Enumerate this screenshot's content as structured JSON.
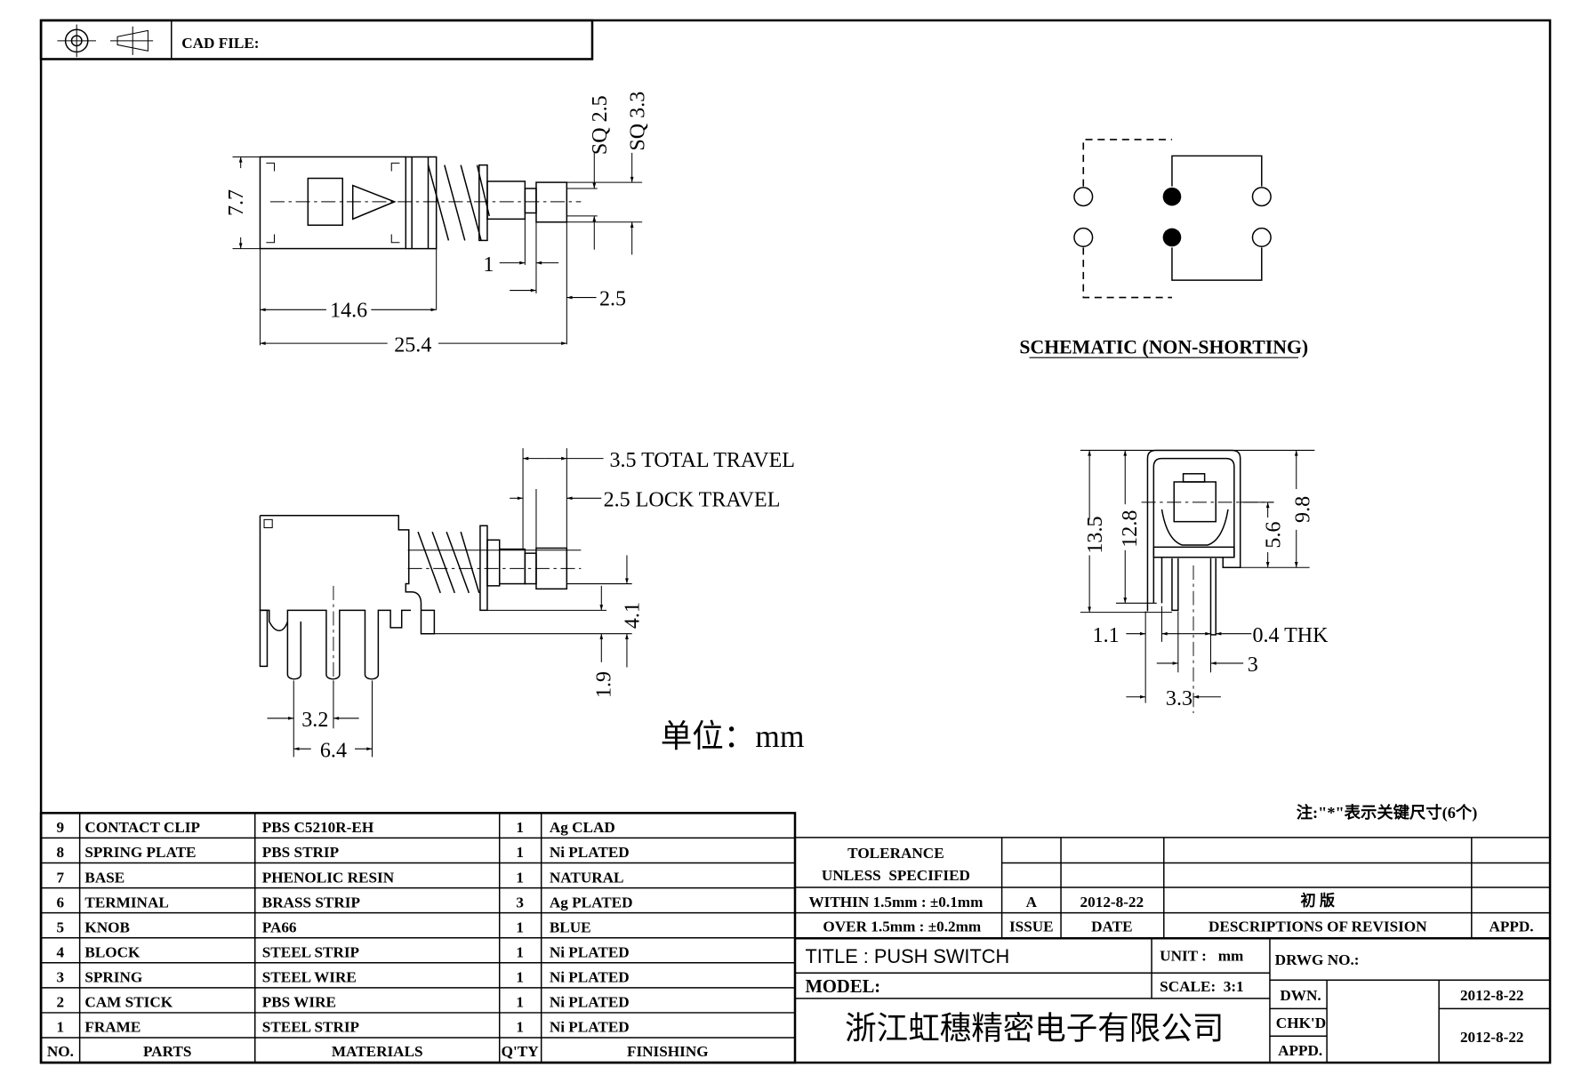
{
  "header": {
    "cad_file_label": "CAD FILE:"
  },
  "top_view": {
    "dims": {
      "height": "7.7",
      "body_length": "14.6",
      "overall_length": "25.4",
      "sq_small": "SQ 2.5",
      "sq_large": "SQ 3.3",
      "step": "1",
      "cap": "2.5"
    }
  },
  "side_view": {
    "dims": {
      "total_travel": "3.5 TOTAL TRAVEL",
      "lock_travel": "2.5 LOCK TRAVEL",
      "pin_pitch": "3.2",
      "pin_span": "6.4",
      "offset_a": "4.1",
      "offset_b": "1.9"
    }
  },
  "end_view": {
    "dims": {
      "overall_height": "13.5",
      "height_b": "12.8",
      "body_height": "9.8",
      "center_height": "5.6",
      "edge": "1.1",
      "thickness": "0.4 THK",
      "pin_gap": "3",
      "pin_offset": "3.3"
    }
  },
  "schematic": {
    "label": "SCHEMATIC (NON-SHORTING)"
  },
  "unit_note": "单位：mm",
  "key_note": "注:\"*\"表示关键尺寸(6个)",
  "parts": {
    "headers": {
      "no": "NO.",
      "parts": "PARTS",
      "materials": "MATERIALS",
      "qty": "Q'TY",
      "finishing": "FINISHING"
    },
    "rows": [
      {
        "no": "9",
        "part": "CONTACT CLIP",
        "material": "PBS C5210R-EH",
        "qty": "1",
        "finishing": "Ag CLAD"
      },
      {
        "no": "8",
        "part": "SPRING PLATE",
        "material": "PBS STRIP",
        "qty": "1",
        "finishing": "Ni PLATED"
      },
      {
        "no": "7",
        "part": "BASE",
        "material": "PHENOLIC RESIN",
        "qty": "1",
        "finishing": "NATURAL"
      },
      {
        "no": "6",
        "part": "TERMINAL",
        "material": "BRASS STRIP",
        "qty": "3",
        "finishing": "Ag PLATED"
      },
      {
        "no": "5",
        "part": "KNOB",
        "material": "PA66",
        "qty": "1",
        "finishing": "BLUE"
      },
      {
        "no": "4",
        "part": "BLOCK",
        "material": "STEEL STRIP",
        "qty": "1",
        "finishing": "Ni PLATED"
      },
      {
        "no": "3",
        "part": "SPRING",
        "material": "STEEL WIRE",
        "qty": "1",
        "finishing": "Ni PLATED"
      },
      {
        "no": "2",
        "part": "CAM STICK",
        "material": "PBS WIRE",
        "qty": "1",
        "finishing": "Ni PLATED"
      },
      {
        "no": "1",
        "part": "FRAME",
        "material": "STEEL STRIP",
        "qty": "1",
        "finishing": "Ni PLATED"
      }
    ]
  },
  "tolerance": {
    "title_1": "TOLERANCE",
    "title_2": "UNLESS  SPECIFIED",
    "within": "WITHIN 1.5mm : ±0.1mm",
    "over": "OVER 1.5mm : ±0.2mm"
  },
  "revision": {
    "issue": "A",
    "date": "2012-8-22",
    "description": "初 版",
    "h_issue": "ISSUE",
    "h_date": "DATE",
    "h_desc": "DESCRIPTIONS OF REVISION",
    "h_appd": "APPD."
  },
  "title_block": {
    "title": "TITLE : PUSH SWITCH",
    "model": "MODEL:",
    "unit": "UNIT :   mm",
    "scale": "SCALE:  3:1",
    "drwg_no": "DRWG NO.:",
    "company": "浙江虹穗精密电子有限公司",
    "dwn": "DWN.",
    "chkd": "CHK'D",
    "appd": "APPD.",
    "dwn_date": "2012-8-22",
    "chk_date": "2012-8-22"
  }
}
